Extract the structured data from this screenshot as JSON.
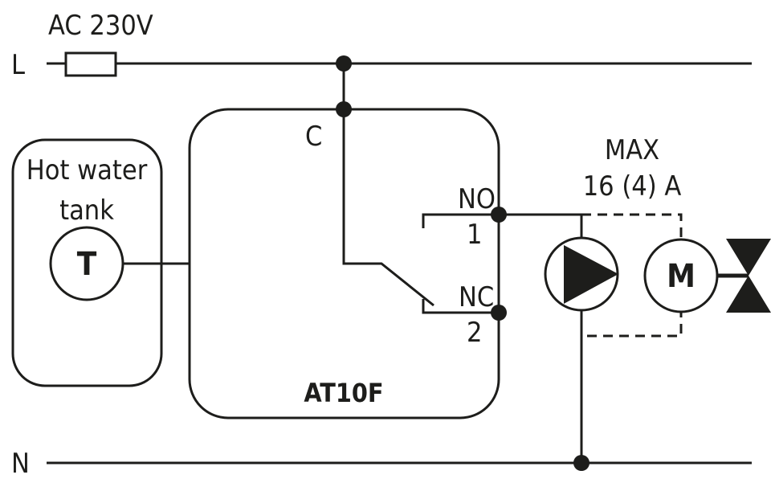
{
  "supply": {
    "voltage_label": "AC 230V",
    "line_label": "L",
    "neutral_label": "N"
  },
  "tank": {
    "label_line1": "Hot water",
    "label_line2": "tank",
    "sensor_label": "T"
  },
  "thermostat": {
    "model": "AT10F",
    "common_label": "C",
    "no_label": "NO",
    "no_terminal": "1",
    "nc_label": "NC",
    "nc_terminal": "2"
  },
  "load": {
    "max_label": "MAX",
    "rating_label": "16 (4) A",
    "motor_label": "M"
  },
  "colors": {
    "ink": "#1d1d1b",
    "background": "#ffffff"
  }
}
